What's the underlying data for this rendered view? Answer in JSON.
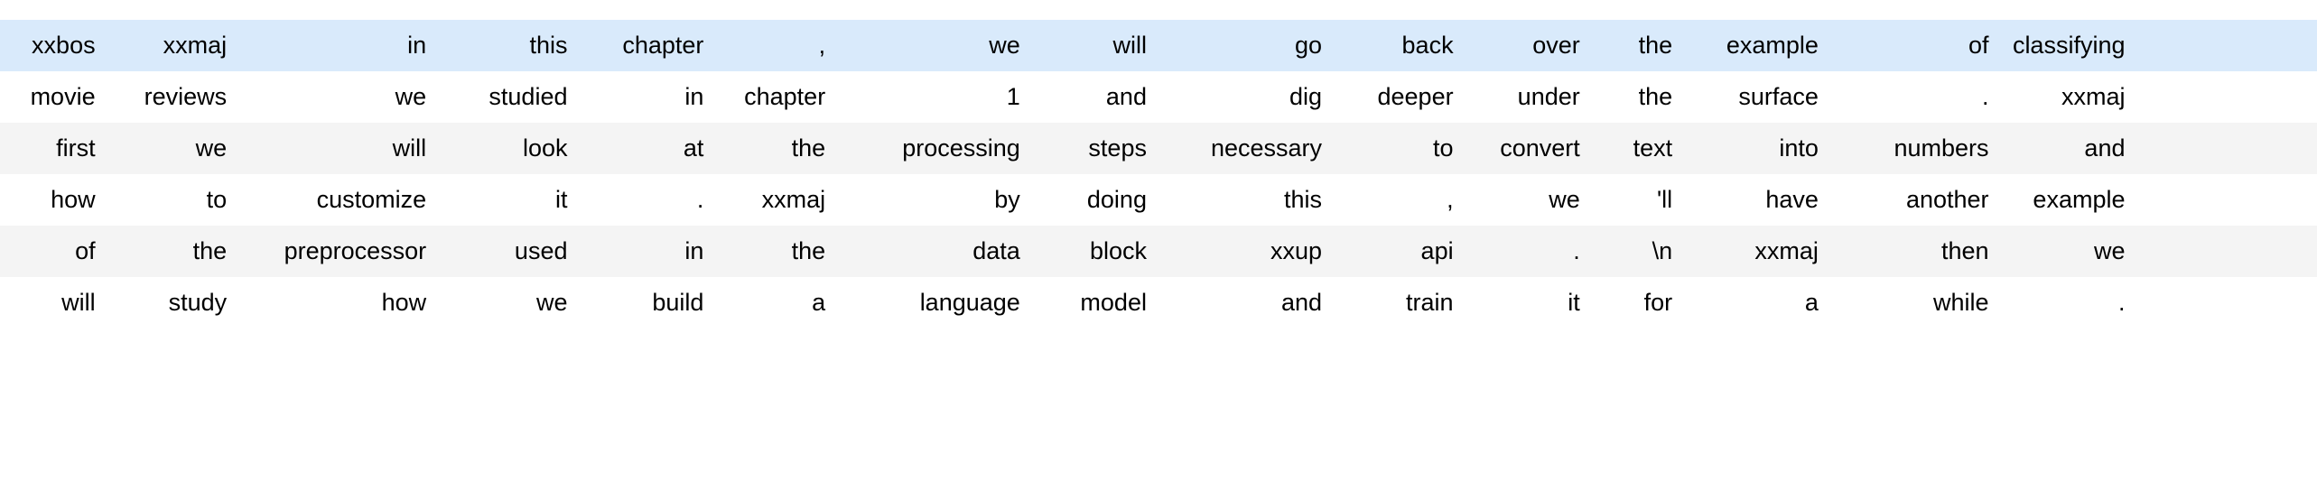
{
  "table": {
    "kind": "tokenized-text-dataframe",
    "row_count": 6,
    "column_count": 16,
    "colors": {
      "highlight_row_bg": "#d9eafb",
      "stripe_row_bg": "#f4f4f4",
      "plain_row_bg": "#ffffff",
      "text": "#000000",
      "page_bg": "#ffffff"
    },
    "rows": [
      {
        "style": "highlight",
        "cells": [
          "xxbos",
          "xxmaj",
          "in",
          "this",
          "chapter",
          ",",
          "we",
          "will",
          "go",
          "back",
          "over",
          "the",
          "example",
          "of",
          "classifying"
        ]
      },
      {
        "style": "plain",
        "cells": [
          "movie",
          "reviews",
          "we",
          "studied",
          "in",
          "chapter",
          "1",
          "and",
          "dig",
          "deeper",
          "under",
          "the",
          "surface",
          ".",
          "xxmaj"
        ]
      },
      {
        "style": "stripe",
        "cells": [
          "first",
          "we",
          "will",
          "look",
          "at",
          "the",
          "processing",
          "steps",
          "necessary",
          "to",
          "convert",
          "text",
          "into",
          "numbers",
          "and"
        ]
      },
      {
        "style": "plain",
        "cells": [
          "how",
          "to",
          "customize",
          "it",
          ".",
          "xxmaj",
          "by",
          "doing",
          "this",
          ",",
          "we",
          "'ll",
          "have",
          "another",
          "example"
        ]
      },
      {
        "style": "stripe",
        "cells": [
          "of",
          "the",
          "preprocessor",
          "used",
          "in",
          "the",
          "data",
          "block",
          "xxup",
          "api",
          ".",
          "\\n",
          "xxmaj",
          "then",
          "we"
        ]
      },
      {
        "style": "plain",
        "cells": [
          "will",
          "study",
          "how",
          "we",
          "build",
          "a",
          "language",
          "model",
          "and",
          "train",
          "it",
          "for",
          "a",
          "while",
          "."
        ]
      }
    ]
  }
}
